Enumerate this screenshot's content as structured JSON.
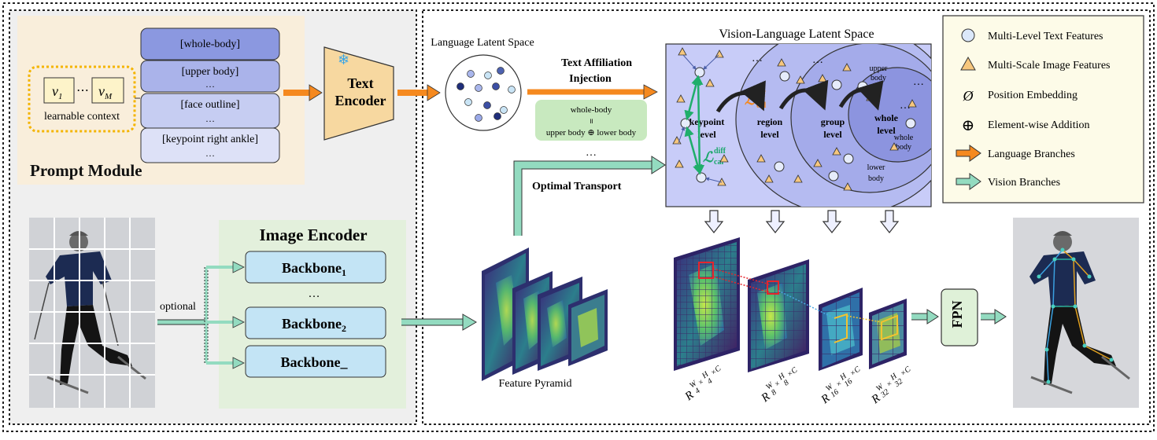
{
  "prompt_module": {
    "title": "Prompt Module",
    "learnable_context": "learnable context",
    "v1": "v",
    "v1_sub": "1",
    "vm": "v",
    "vm_sub": "M",
    "ellipsis": "⋯",
    "prompts": [
      "[whole-body]",
      "[upper body]",
      "[face outline]",
      "[keypoint right ankle]"
    ],
    "dots": "…"
  },
  "text_encoder": {
    "line1": "Text",
    "line2": "Encoder",
    "snowflake": "❄"
  },
  "language_latent_space": {
    "label": "Language Latent Space"
  },
  "text_affiliation": {
    "line1": "Text Affiliation",
    "line2": "Injection",
    "eq_top": "whole-body",
    "eq_mid": "॥",
    "eq_bottom": "upper body ⊕ lower body",
    "dots": "…"
  },
  "optimal_transport": "Optimal Transport",
  "vision_language": {
    "title": "Vision-Language Latent Space",
    "keypoint_level": [
      "keypoint",
      "level"
    ],
    "region_level": [
      "region",
      "level"
    ],
    "group_level": [
      "group",
      "level"
    ],
    "whole_level": [
      "whole",
      "level"
    ],
    "whole_body": [
      "whole",
      "body"
    ],
    "upper_body": [
      "upper",
      "body"
    ],
    "lower_body": [
      "lower",
      "body"
    ],
    "loss_aff": "ℒ",
    "loss_aff_sup": "aff",
    "loss_aff_sub": "cal",
    "loss_diff": "ℒ",
    "loss_diff_sup": "diff",
    "loss_diff_sub": "cal",
    "dots": "…"
  },
  "legend": {
    "items": [
      {
        "label": "Multi-Level Text Features",
        "icon": "circle-icon"
      },
      {
        "label": "Multi-Scale Image Features",
        "icon": "triangle-icon"
      },
      {
        "label": "Position Embedding",
        "icon": "position-embedding-icon"
      },
      {
        "label": "Element-wise Addition",
        "icon": "oplus-icon"
      },
      {
        "label": "Language Branches",
        "icon": "orange-arrow-icon"
      },
      {
        "label": "Vision Branches",
        "icon": "green-arrow-icon"
      }
    ],
    "position_symbol": "Ø",
    "oplus_symbol": "⊕"
  },
  "image_encoder": {
    "title": "Image Encoder",
    "optional": "optional",
    "backbones": [
      {
        "label": "Backbone",
        "sub": "1"
      },
      {
        "label": "Backbone",
        "sub": "2"
      },
      {
        "label": "Backbone_",
        "sub": ""
      }
    ],
    "dots": "…"
  },
  "feature_pyramid": {
    "label": "Feature Pyramid"
  },
  "scales": [
    {
      "base": "R",
      "w": "W",
      "wd": "4",
      "h": "H",
      "hd": "4",
      "c": "×C"
    },
    {
      "base": "R",
      "w": "W",
      "wd": "8",
      "h": "H",
      "hd": "8",
      "c": "×C"
    },
    {
      "base": "R",
      "w": "W",
      "wd": "16",
      "h": "H",
      "hd": "16",
      "c": "×C"
    },
    {
      "base": "R",
      "w": "W",
      "wd": "32",
      "h": "H",
      "hd": "32",
      "c": "×C"
    }
  ],
  "fpn": "FPN",
  "colors": {
    "prompt_bg": "#f9eedb",
    "left_panel_bg": "#efefef",
    "vl_bg": "#c8ccf8",
    "legend_bg": "#fdfbe8",
    "image_enc_bg": "#e3f0dc",
    "backbone": "#c3e4f5",
    "orange": "#f5891f",
    "green_arrow": "#93dbc0",
    "text_green": "#1aa76b",
    "text_orange": "#f5891f"
  }
}
